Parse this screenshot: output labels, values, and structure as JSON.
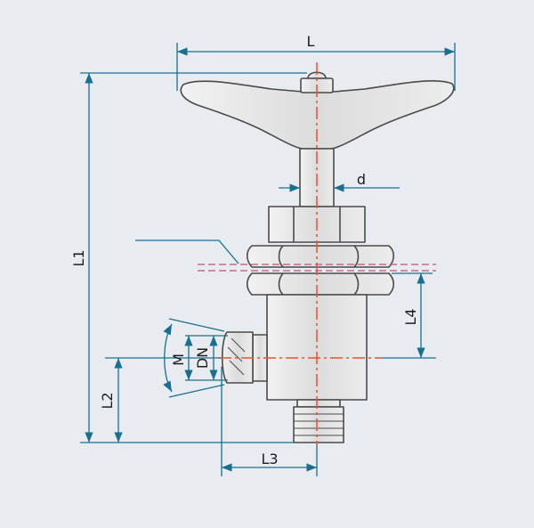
{
  "colors": {
    "background": "#e8ecf0",
    "outline": "#4a4a4a",
    "dimension": "#1a6f8f",
    "centerline": "#e8532f",
    "panel_line": "#c0507a",
    "body_fill": "#e6e6e6"
  },
  "labels": {
    "L": "L",
    "L1": "L1",
    "L2": "L2",
    "L3": "L3",
    "L4": "L4",
    "d": "d",
    "M": "M",
    "DN": "DN"
  }
}
